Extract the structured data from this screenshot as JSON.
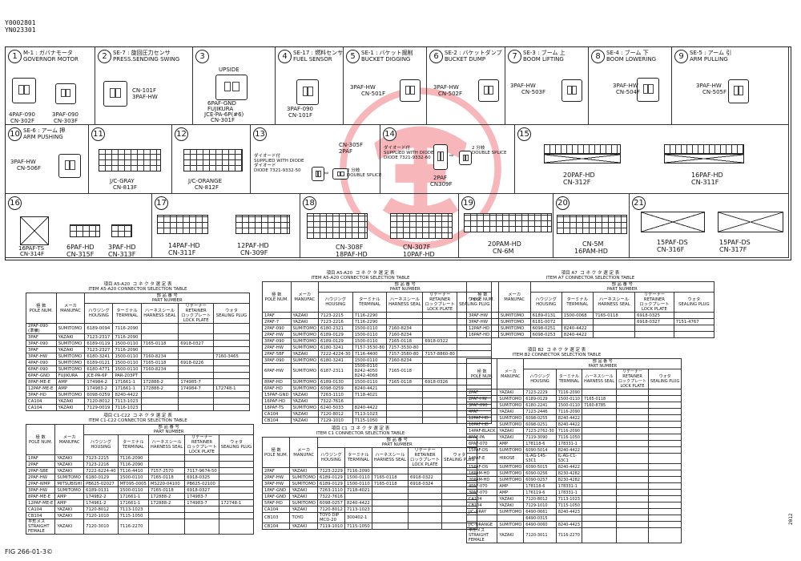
{
  "header": {
    "line1": "Y0002801",
    "line2": "YN023301"
  },
  "footer": {
    "figure": "FIG 266-01-3©",
    "side_code": "2012"
  },
  "colors": {
    "watermark": "#e8232d",
    "ink": "#111111"
  },
  "row1": [
    {
      "n": "1",
      "title": "M-1 : ガバナモータ\nGOVERNOR MOTOR",
      "parts": [
        "4PAF-090",
        "CN-302F"
      ],
      "parts2": [
        "3PAF-090",
        "CN-303F"
      ]
    },
    {
      "n": "2",
      "title": "SE-7 : 旋回圧力センサ\nPRESS.SENDING SWING",
      "parts": [
        "CN-101F",
        "3PAF-HW"
      ]
    },
    {
      "n": "3",
      "title": "",
      "top": "UPSIDE",
      "parts": [
        "6PAF-GND",
        "FUJIKURA",
        "JCE-PA-6P(#6)",
        "CN-301F"
      ]
    },
    {
      "n": "4",
      "title": "SE-17 : 燃料センサ\nFUEL SENSOR",
      "parts": [
        "3PAF-090",
        "CN-101F"
      ]
    },
    {
      "n": "5",
      "title": "SE-1 : バケット掘削\nBUCKET DIGGING",
      "parts": [
        "3PAF-HW",
        "CN-501F"
      ]
    },
    {
      "n": "6",
      "title": "SE-2 : バケットダンプ\nBUCKET DUMP",
      "parts": [
        "3PAF-HW",
        "CN-502F"
      ]
    },
    {
      "n": "7",
      "title": "SE-3 : ブーム 上\nBOOM LIFTING",
      "parts": [
        "3PAF-HW",
        "CN-503F"
      ]
    },
    {
      "n": "8",
      "title": "SE-4 : ブーム 下\nBOOM LOWERING",
      "parts": [
        "3PAF-HW",
        "CN-504F"
      ]
    },
    {
      "n": "9",
      "title": "SE-5 : アーム 引\nARM PULLING",
      "parts": [
        "3PAF-HW",
        "CN-505F"
      ]
    }
  ],
  "row2": [
    {
      "n": "10",
      "title": "SE-6 : アーム 押\nARM PUSHING",
      "parts": [
        "3PAF-HW",
        "CN-506F"
      ]
    },
    {
      "n": "11",
      "parts": [
        "J/C-GRAY",
        "CN-813F"
      ]
    },
    {
      "n": "12",
      "parts": [
        "J/C-ORANGE",
        "CN-812F"
      ]
    },
    {
      "n": "13",
      "top": "CN-305F\n2PAF",
      "note": "ダイオード付\nSUPPLIED WITH DIODE\nダイオード\nDIODE 7321-9332-50",
      "splice": "2 分岐\nDOUBLE SPLICE"
    },
    {
      "n": "14",
      "note": "ダイオード付\nSUPPLIED WITH DIODE\nDIODE 7321-9332-60",
      "splice": "2 分岐\nDOUBLE SPLICE",
      "parts": [
        "2PAF",
        "CN309F"
      ]
    },
    {
      "n": "15",
      "parts": [
        "20PAF-HD",
        "CN-312F"
      ],
      "parts2": [
        "16PAF-HD",
        "CN-311F"
      ]
    }
  ],
  "row3": [
    {
      "n": "16",
      "parts": [
        "16PAF-TS",
        "CN-314F"
      ],
      "parts2": [
        "6PAF-HD",
        "CN-315F"
      ],
      "parts3": [
        "3PAF-HD",
        "CN-313F"
      ]
    },
    {
      "n": "17",
      "parts": [
        "14PAF-HD",
        "CN-311F"
      ],
      "parts2": [
        "12PAF-HD",
        "CN-309F"
      ]
    },
    {
      "n": "18",
      "parts": [
        "CN-308F",
        "18PAF-HD"
      ],
      "parts2": [
        "CN-307F",
        "10PAF-HD"
      ]
    },
    {
      "n": "19",
      "parts": [
        "20PAM-HD",
        "CN-6M"
      ]
    },
    {
      "n": "20",
      "parts": [
        "CN-5M",
        "16PAM-HD"
      ]
    },
    {
      "n": "21",
      "parts": [
        "15PAF-DS",
        "CN-316F"
      ],
      "parts2": [
        "15PAF-DS",
        "CN-317F"
      ]
    }
  ],
  "table_headers": {
    "pole": "極 数\nPOLE NUM.",
    "maker": "メーカ\nMANUFAC",
    "housing": "ハウジング\nHOUSING",
    "terminal": "ターミナル\nTERMINAL",
    "seal": "ハーネスシール\nHARNESS SEAL",
    "rubber": "ゴムシール\nSEALING",
    "retainer": "リテーナー\nRETAINER\nロックプレート\nLOCK PLATE",
    "plug": "ウォタ\nSEALING PLUG",
    "part_number": "部 品 番 号\nPART NUMBER"
  },
  "tables": [
    {
      "caption": "項目 A5-A20  コ ネ ク タ 選 定 表\nITEM A5-A20 CONNECTOR SELECTION TABLE",
      "rows": [
        [
          "2PAF-090\n(準備)",
          "SUMITOMO",
          "6189-0094",
          "7116-2090",
          "",
          "",
          ""
        ],
        [
          "3PAF",
          "YAZAKI",
          "7123-2317",
          "7116-2090",
          "",
          "",
          ""
        ],
        [
          "3PAF-090",
          "SUMITOMO",
          "6189-0119",
          "1500-0110",
          "7165-0118",
          "6918-0327",
          ""
        ],
        [
          "3PAF",
          "YAZAKI",
          "7123-2327",
          "7116-2090",
          "",
          "",
          ""
        ],
        [
          "3PAF-HW",
          "SUMITOMO",
          "6180-3241",
          "1500-0110",
          "7160-8234",
          "",
          "7160-3465"
        ],
        [
          "4PAF-090",
          "SUMITOMO",
          "6189-0121",
          "1500-0110",
          "7165-0118",
          "6918-0226",
          ""
        ],
        [
          "6PAF-090",
          "SUMITOMO",
          "6180-4771",
          "1500-0110",
          "7160-8234",
          "",
          ""
        ],
        [
          "6PAF-GND",
          "FUJIKURA",
          "JCE-PA-6P",
          "PAR-203PT",
          "",
          "",
          ""
        ],
        [
          "8PAF-ME-E",
          "AMP",
          "174984-2",
          "171661-1",
          "172888-2",
          "174985-7",
          ""
        ],
        [
          "12PAF-ME-E",
          "AMP",
          "174983-2",
          "171661-1",
          "172888-2",
          "174984-7",
          "172748-1"
        ],
        [
          "3PAF-HD",
          "SUMITOMO",
          "6098-0259",
          "8240-4422",
          "",
          "",
          ""
        ],
        [
          "CA104",
          "YAZAKI",
          "7120-8012",
          "7113-1023",
          "",
          "",
          ""
        ],
        [
          "CA104",
          "YAZAKI",
          "7129-0019",
          "7116-1023",
          "",
          "",
          ""
        ]
      ]
    },
    {
      "caption": "項目 C1-C22  コ ネ ク タ 選 定 表\nITEM C1-C22 CONNECTOR SELECTION TABLE",
      "rows": [
        [
          "1PAF",
          "YAZAKI",
          "7123-2215",
          "7116-2090",
          "",
          "",
          ""
        ],
        [
          "2PAF",
          "YAZAKI",
          "7123-2216",
          "7116-2090",
          "",
          "",
          ""
        ],
        [
          "2PAF-SBE",
          "YAZAKI",
          "7222-6224-40",
          "7116-4410",
          "7157-2570",
          "7117-9674-50",
          ""
        ],
        [
          "2PAF-HW",
          "SUMITOMO",
          "6180-0129",
          "1500-0110",
          "7165-0118",
          "6918-0325",
          ""
        ],
        [
          "2PAF-WMP",
          "MITSUBISHI",
          "PB625-02027",
          "MT095-0005",
          "MS220-04100",
          "PB625-02100",
          ""
        ],
        [
          "3PAF-HW",
          "SUMITOMO",
          "6189-0131",
          "1500-0110",
          "7165-0118",
          "6918-0327",
          ""
        ],
        [
          "8PAF-ME-E",
          "AMP",
          "174982-2",
          "171661-1",
          "172888-2",
          "174983-7",
          ""
        ],
        [
          "12PAF-ME-E",
          "AMP",
          "174961-2",
          "171661-1",
          "172888-2",
          "174983-7",
          "172748-1"
        ],
        [
          "CA104",
          "YAZAKI",
          "7120-8012",
          "7113-1023",
          "",
          "",
          ""
        ],
        [
          "CB104",
          "YAZAKI",
          "7120-1010",
          "7115-1050",
          "",
          "",
          ""
        ],
        [
          "平形メス\nSTRAIGHT\nFEMALE",
          "YAZAKI",
          "7120-3010",
          "7116-2270",
          "",
          "",
          ""
        ]
      ]
    },
    {
      "caption": "項目 A5-A20  コ ネ ク タ 選 定 表\nITEM A5-A20 CONNECTOR SELECTION TABLE",
      "rows": [
        [
          "1PAF",
          "YAZAKI",
          "7123-2215",
          "7116-2290",
          "",
          "",
          ""
        ],
        [
          "2PAF-7",
          "YAZAKI",
          "7123-2216",
          "7116-2290",
          "",
          "",
          ""
        ],
        [
          "2PAF-090",
          "SUMITOMO",
          "6180-2321",
          "1500-0110",
          "7160-8234",
          "",
          ""
        ],
        [
          "2PAF-HW",
          "SUMITOMO",
          "6189-0129",
          "1500-0110",
          "7160-8234",
          "",
          ""
        ],
        [
          "3PAF-090",
          "SUMITOMO",
          "6189-0129",
          "1500-0110",
          "7165-0118",
          "6918-0322",
          ""
        ],
        [
          "2PAF-HW",
          "SUMITOMO",
          "6180-3241",
          "7157-3530-80",
          "7157-3530-80",
          "",
          ""
        ],
        [
          "2PAF-5BF",
          "YAZAKI",
          "7222-4224-30",
          "7116-4400",
          "7157-3580-80",
          "7157-8860-80",
          ""
        ],
        [
          "3PAF-090",
          "SUMITOMO",
          "6180-3241",
          "1500-0110",
          "7160-8234",
          "",
          ""
        ],
        [
          "6PAF-HW",
          "SUMITOMO",
          "6187-2311",
          "1500-0110\n8242-4050\n8242-4068",
          "7165-0118",
          "",
          ""
        ],
        [
          "8PAF-HD",
          "SUMITOMO",
          "6189-0130",
          "1500-0110",
          "7165-0118",
          "6918-0326",
          ""
        ],
        [
          "6PAF-HD",
          "SUMITOMO",
          "6098-0259",
          "8240-4421",
          "",
          "",
          ""
        ],
        [
          "15PAF-GND",
          "YAZAKI",
          "7263-1110",
          "7118-4021",
          "",
          "",
          ""
        ],
        [
          "16PAF-HD",
          "YAZAKI",
          "7322-7616",
          "",
          "",
          "",
          ""
        ],
        [
          "18PAF-TS",
          "SUMITOMO",
          "6240-5033",
          "8240-4422",
          "",
          "",
          ""
        ],
        [
          "CA104",
          "YAZAKI",
          "7120-8012",
          "7113-1023",
          "",
          "",
          ""
        ],
        [
          "CB104",
          "YAZAKI",
          "7129-1010",
          "7115-1050",
          "",
          "",
          ""
        ]
      ]
    },
    {
      "caption": "項目 C1  コ ネ ク タ 選 定 表\nITEM C1 CONNECTOR SELECTION TABLE",
      "rows": [
        [
          "2PAF",
          "YAZAKI",
          "7123-2229",
          "7116-2090",
          "",
          "",
          ""
        ],
        [
          "2PAF-HW",
          "SUMITOMO",
          "6189-0129",
          "1500-0110",
          "7165-0118",
          "6918-0322",
          ""
        ],
        [
          "3PAF-HW",
          "SUMITOMO",
          "6189-0129",
          "1500-0110",
          "7165-0118",
          "6918-0324",
          ""
        ],
        [
          "1PAF-GND",
          "YAZAKI",
          "7263-1110",
          "7118-4021",
          "",
          "",
          ""
        ],
        [
          "1PAF-GND",
          "YAZAKI",
          "7322-7616",
          "",
          "",
          "",
          ""
        ],
        [
          "5PAF-HD",
          "SUMITOMO",
          "6098-0257",
          "8240-4422",
          "",
          "",
          ""
        ],
        [
          "CA104",
          "YAZAKI",
          "7120-8012",
          "7113-1023",
          "",
          "",
          ""
        ],
        [
          "CB103",
          "TOYO",
          "TOY0 DIP\nMCD-20",
          "300402-1",
          "",
          "",
          ""
        ],
        [
          "CB104",
          "YAZAKI",
          "7119-1010",
          "7115-1050",
          "",
          "",
          ""
        ]
      ]
    },
    {
      "caption": "項目 A7  コ ネ ク タ 選 定 表\nITEM A7 CONNECTOR SELECTION TABLE",
      "rows": [
        [
          "3PAF-HW",
          "SUMITOMO",
          "6189-0131",
          "1500-0068",
          "7165-0118",
          "6918-0325",
          ""
        ],
        [
          "3PAF-HW",
          "SUMITOMO",
          "6181-0072",
          "",
          "",
          "6918-0327",
          "7151-4767"
        ],
        [
          "12PAF-HD",
          "SUMITOMO",
          "6098-0251",
          "8240-4422",
          "",
          "",
          ""
        ],
        [
          "16PAF-HD",
          "SUMITOMO",
          "6098-0253",
          "8240-4422",
          "",
          "",
          ""
        ]
      ]
    },
    {
      "caption": "項目 B2  コ ネ ク タ 選 定 表\nITEM B2 CONNECTOR SELECTION TABLE",
      "rows": [
        [
          "2PAF",
          "YAZAKI",
          "7123-2229",
          "7116-2090",
          "",
          "",
          ""
        ],
        [
          "2PAF-HW",
          "SUMITOMO",
          "6189-0129",
          "1500-0110",
          "7165-0118",
          "",
          ""
        ],
        [
          "3PAF-090",
          "SUMITOMO",
          "6180-2241",
          "1500-0110",
          "7160-8785",
          "",
          ""
        ],
        [
          "4PAF",
          "YAZAKI",
          "7123-2446",
          "7116-2090",
          "",
          "",
          ""
        ],
        [
          "12PAF-HD",
          "SUMITOMO",
          "6098-0255",
          "8240-4422",
          "",
          "",
          ""
        ],
        [
          "16PAF-HD",
          "SUMITOMO",
          "6098-0251",
          "8240-4422",
          "",
          "",
          ""
        ],
        [
          "14PAF-BLACK",
          "YAZAKI",
          "7123-2762-30",
          "7116-2090",
          "",
          "",
          ""
        ],
        [
          "8PAF-PA",
          "YAZAKI",
          "7119-3090",
          "7116-1050",
          "",
          "",
          ""
        ],
        [
          "6PAF-070",
          "AMP",
          "178118-6",
          "178331-1",
          "",
          "",
          ""
        ],
        [
          "15PAF-DS",
          "SUMITOMO",
          "6090-5014",
          "8240-4422",
          "",
          "",
          ""
        ],
        [
          "14PAF-E",
          "HIROSE",
          "IL-AG-14S-\nS3C1",
          "IL-AG-C1-\nS3C1",
          "",
          "",
          ""
        ],
        [
          "15PAF-DS",
          "SUMITOMO",
          "6090-5015",
          "8240-4422",
          "",
          "",
          ""
        ],
        [
          "18PAM-HD",
          "SUMITOMO",
          "6090-0256",
          "8230-4282",
          "",
          "",
          ""
        ],
        [
          "20PAM-HD",
          "SUMITOMO",
          "6090-0257",
          "8230-4282",
          "",
          "",
          ""
        ],
        [
          "4PAF-070",
          "AMP",
          "178118-6",
          "178331-1",
          "",
          "",
          ""
        ],
        [
          "3PAF-070",
          "AMP",
          "176119-6",
          "178331-1",
          "",
          "",
          ""
        ],
        [
          "CA104",
          "YAZAKI",
          "7120-8012",
          "7113-1023",
          "",
          "",
          ""
        ],
        [
          "CB104",
          "YAZAKI",
          "7129-1010",
          "7115-1050",
          "",
          "",
          ""
        ],
        [
          "J/C-GRAY",
          "SUMITOMO",
          "6490-0661",
          "8240-4423",
          "",
          "",
          ""
        ],
        [
          "",
          "",
          "6490-0315",
          "",
          "",
          "",
          ""
        ],
        [
          "J/C-ORANGE",
          "SUMITOMO",
          "6490-0060",
          "8240-4423",
          "",
          "",
          ""
        ],
        [
          "平形メス\nSTRAIGHT\nFEMALE",
          "YAZAKI",
          "7120-3011",
          "7116-2270",
          "",
          "",
          ""
        ]
      ]
    }
  ]
}
